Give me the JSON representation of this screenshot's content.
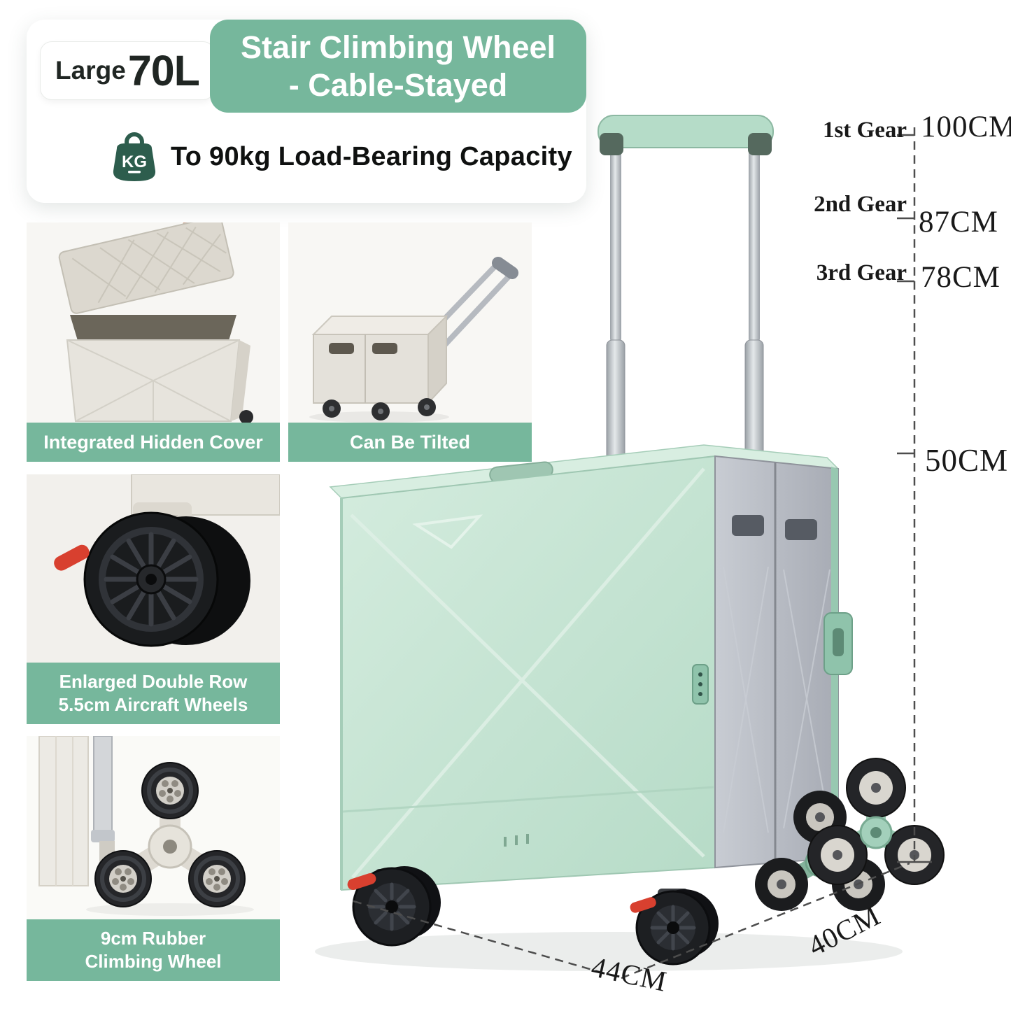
{
  "header": {
    "badge": {
      "size": "Large",
      "capacity": "70L"
    },
    "banner": {
      "line1": "Stair Climbing Wheel",
      "line2": "- Cable-Stayed"
    },
    "capacity": {
      "icon_text": "KG",
      "text": "To 90kg Load-Bearing Capacity"
    }
  },
  "features": {
    "hidden_cover": {
      "caption": "Integrated Hidden Cover"
    },
    "tilt": {
      "caption": "Can Be Tilted"
    },
    "aircraft_wheels": {
      "line1": "Enlarged Double Row",
      "line2": "5.5cm Aircraft Wheels"
    },
    "climbing_wheel": {
      "line1": "9cm Rubber",
      "line2": "Climbing Wheel"
    }
  },
  "dimensions": {
    "gears": [
      {
        "label": "1st Gear",
        "value": "100CM"
      },
      {
        "label": "2nd Gear",
        "value": "87CM"
      },
      {
        "label": "3rd Gear",
        "value": "78CM"
      }
    ],
    "height": "50CM",
    "width": "44CM",
    "depth": "40CM"
  },
  "colors": {
    "accent_green": "#76b79c",
    "mint_body": "#c4e2d3",
    "grey_panel": "#b4b8c0",
    "brake_red": "#d8402f",
    "icon_green": "#2d5d4d"
  }
}
